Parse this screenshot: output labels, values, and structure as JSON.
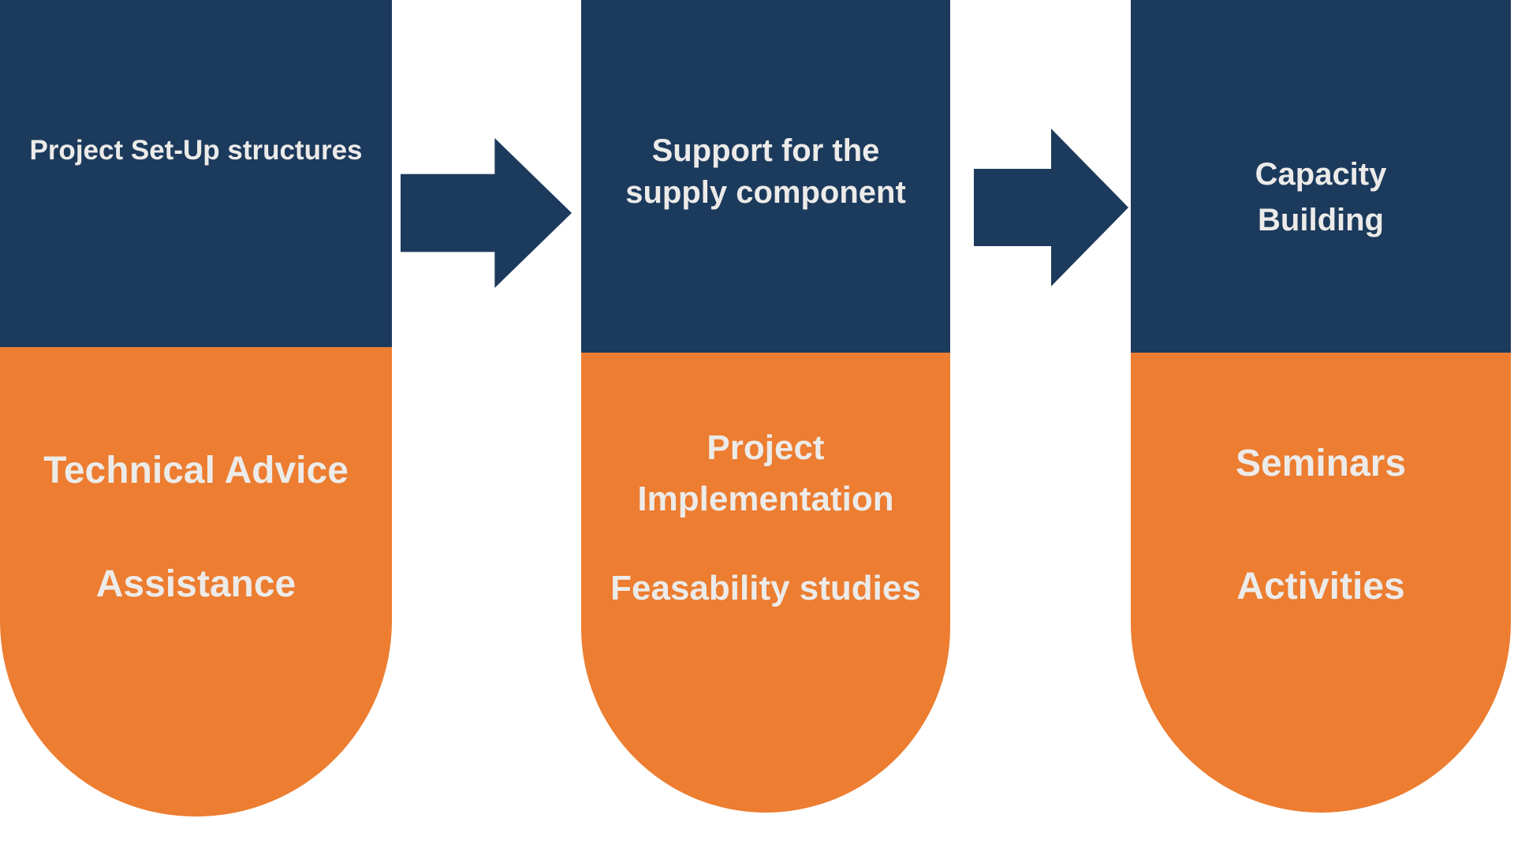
{
  "colors": {
    "navy": "#1c3a5c",
    "orange": "#ec7d31",
    "text_light": "#ecebe9",
    "background": "#ffffff"
  },
  "columns": [
    {
      "header": "Project Set-Up structures",
      "items": [
        "Technical Advice",
        "Assistance"
      ]
    },
    {
      "header": "Support for the\nsupply component",
      "items": [
        "Project\nImplementation",
        "Feasability studies"
      ]
    },
    {
      "header": "Capacity\nBuilding",
      "items": [
        "Seminars",
        "Activities"
      ]
    }
  ],
  "arrows": [
    {
      "icon": "right-arrow-icon"
    },
    {
      "icon": "right-arrow-icon"
    }
  ]
}
